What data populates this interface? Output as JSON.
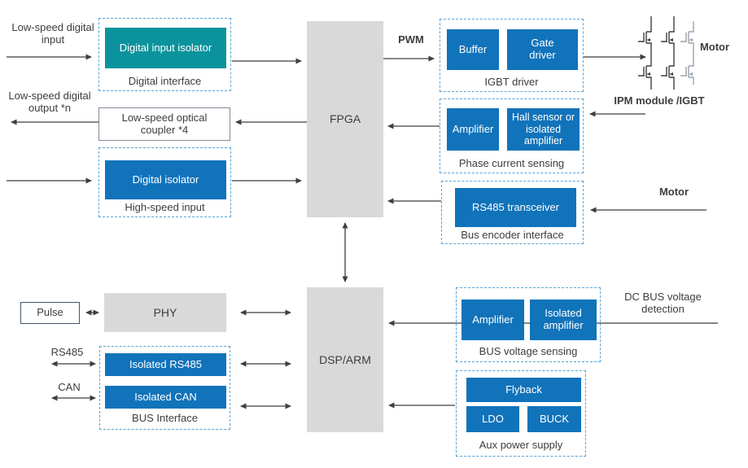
{
  "labels": {
    "low_speed_digital_input": "Low-speed digital input",
    "low_speed_digital_output": "Low-speed digital output *n",
    "pwm": "PWM",
    "motor_top": "Motor",
    "ipm_module": "IPM module /IGBT",
    "motor_mid": "Motor",
    "dc_bus_voltage": "DC BUS voltage detection",
    "rs485": "RS485",
    "can": "CAN"
  },
  "blocks": {
    "fpga": "FPGA",
    "dsp": "DSP/ARM",
    "phy": "PHY",
    "pulse": "Pulse",
    "digital_input_isolator": "Digital input isolator",
    "optical_coupler": "Low-speed optical coupler *4",
    "digital_isolator": "Digital isolator",
    "buffer": "Buffer",
    "gate_driver": "Gate driver",
    "amplifier_phase": "Amplifier",
    "hall_sensor": "Hall sensor or isolated amplifier",
    "rs485_transceiver": "RS485 transceiver",
    "isolated_rs485": "Isolated RS485",
    "isolated_can": "Isolated CAN",
    "amplifier_bus": "Amplifier",
    "isolated_amplifier": "Isolated amplifier",
    "flyback": "Flyback",
    "ldo": "LDO",
    "buck": "BUCK"
  },
  "groups": {
    "digital_interface": "Digital interface",
    "high_speed_input": "High-speed input",
    "igbt_driver": "IGBT driver",
    "phase_current_sensing": "Phase current sensing",
    "bus_encoder_interface": "Bus encoder interface",
    "bus_interface": "BUS Interface",
    "bus_voltage_sensing": "BUS voltage sensing",
    "aux_power_supply": "Aux power supply"
  },
  "colors": {
    "teal_block": "#0b939d",
    "blue_block": "#1173ba",
    "gray_block": "#d9d9d9",
    "group_border": "#57a5da",
    "arrow": "#3f3f3f",
    "text": "#3d3d3d"
  }
}
